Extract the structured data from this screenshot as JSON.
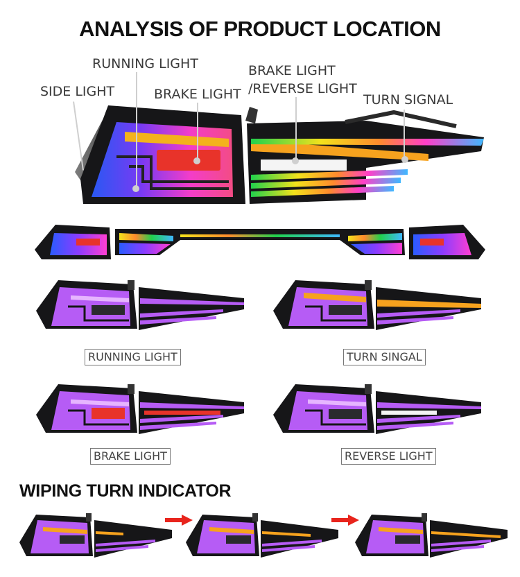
{
  "header": {
    "title": "ANALYSIS OF PRODUCT LOCATION"
  },
  "callouts": {
    "side_light": "SIDE LIGHT",
    "running_light": "RUNNING LIGHT",
    "brake_light": "BRAKE LIGHT",
    "brake_reverse_line1": "BRAKE LIGHT",
    "brake_reverse_line2": "/REVERSE LIGHT",
    "turn_signal": "TURN SIGNAL"
  },
  "modes": [
    {
      "label": "RUNNING LIGHT"
    },
    {
      "label": "TURN SINGAL"
    },
    {
      "label": "BRAKE LIGHT"
    },
    {
      "label": "REVERSE LIGHT"
    }
  ],
  "wiping": {
    "title": "WIPING TURN INDICATOR",
    "arrow_color": "#e8241c"
  },
  "colors": {
    "housing": "#1a1a1c",
    "purple": "#b65cf5",
    "amber": "#f6a21e",
    "red": "#e8332a",
    "white": "#f4f4f4"
  }
}
